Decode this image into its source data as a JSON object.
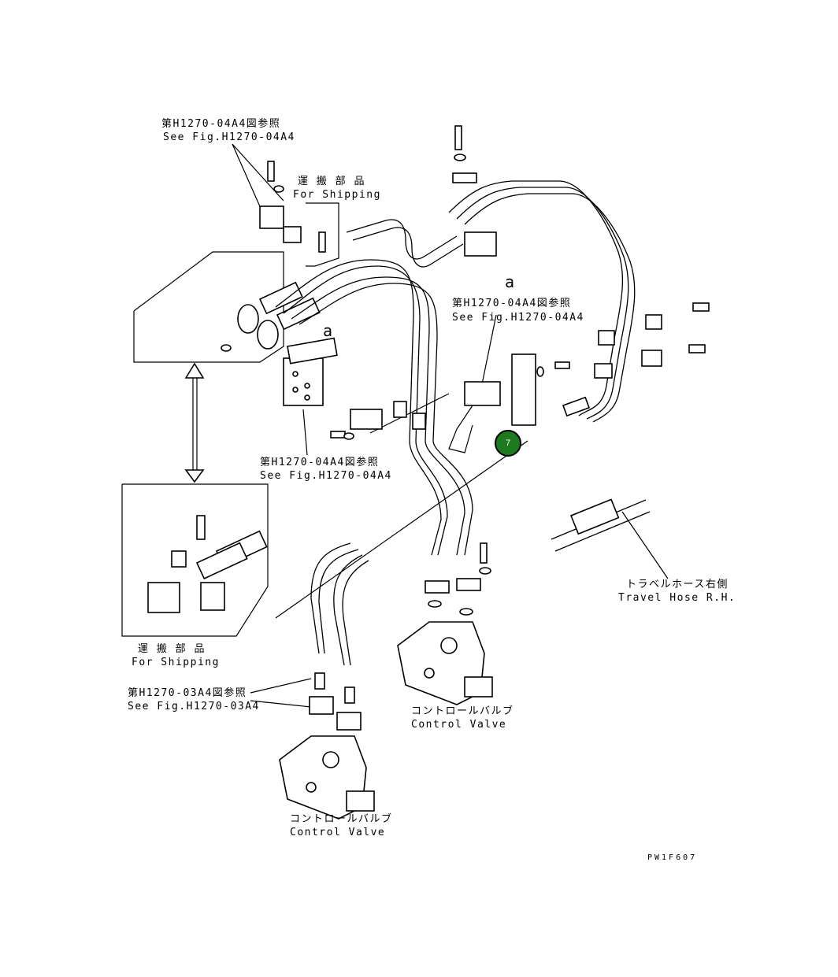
{
  "diagram": {
    "refs": {
      "ref_top_left_ja": "第H1270-04A4図参照",
      "ref_top_left_en": "See Fig.H1270-04A4",
      "shipping_top_ja": "運 搬 部 品",
      "shipping_top_en": "For Shipping",
      "ref_center_ja": "第H1270-04A4図参照",
      "ref_center_en": "See Fig.H1270-04A4",
      "ref_mid_left_ja": "第H1270-04A4図参照",
      "ref_mid_left_en": "See Fig.H1270-04A4",
      "shipping_bottom_ja": "運 搬 部 品",
      "shipping_bottom_en": "For Shipping",
      "ref_lower_left_ja": "第H1270-03A4図参照",
      "ref_lower_left_en": "See Fig.H1270-03A4"
    },
    "letters": {
      "a_top": "a",
      "a_left": "a"
    },
    "components": {
      "travel_hose_ja": "トラベルホース右側",
      "travel_hose_en": "Travel Hose R.H.",
      "control_valve_right_ja": "コントロールバルブ",
      "control_valve_right_en": "Control Valve",
      "control_valve_left_ja": "コントロールバルブ",
      "control_valve_left_en": "Control Valve"
    },
    "callout": {
      "number": "7",
      "fill_color": "#1e7a1e"
    },
    "drawing_code": "PW1F607"
  }
}
